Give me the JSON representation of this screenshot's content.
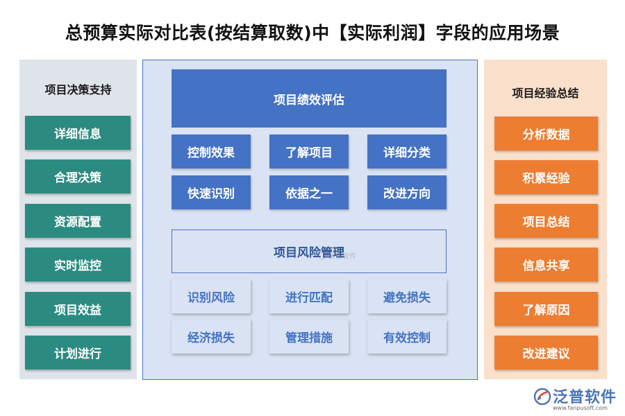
{
  "title": "总预算实际对比表(按结算取数)中【实际利润】字段的应用场景",
  "left_panel": {
    "title": "项目决策支持",
    "items": [
      "详细信息",
      "合理决策",
      "资源配置",
      "实时监控",
      "项目效益",
      "计划进行"
    ]
  },
  "center_panel": {
    "performance": {
      "title": "项目绩效评估",
      "items": [
        "控制效果",
        "了解项目",
        "详细分类",
        "快速识别",
        "依据之一",
        "改进方向"
      ]
    },
    "risk": {
      "title": "项目风险管理",
      "items": [
        "识别风险",
        "进行匹配",
        "避免损失",
        "经济损失",
        "管理措施",
        "有效控制"
      ]
    }
  },
  "right_panel": {
    "title": "项目经验总结",
    "items": [
      "分析数据",
      "积累经验",
      "项目总结",
      "信息共享",
      "了解原因",
      "改进建议"
    ]
  },
  "watermark_text": "泛普软件",
  "logo": {
    "name": "泛普软件",
    "url": "www.fanpusoft.com"
  },
  "colors": {
    "teal": "#2b8b81",
    "orange": "#ed7d31",
    "blue": "#4472c4",
    "light_blue": "#dae3f3",
    "light_gray": "#dfe3ea",
    "light_orange": "#fbe0cc"
  }
}
